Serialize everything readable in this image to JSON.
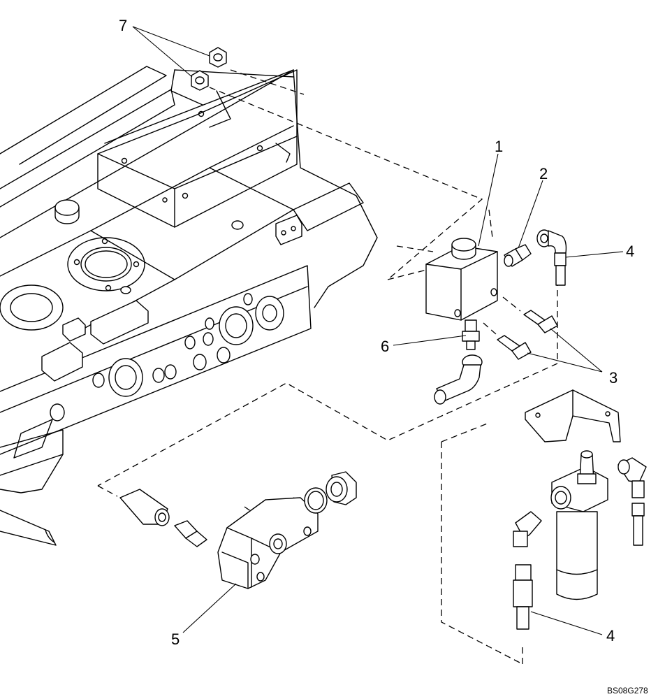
{
  "callouts": {
    "c1": "1",
    "c2": "2",
    "c3": "3",
    "c4a": "4",
    "c4b": "4",
    "c5": "5",
    "c6": "6",
    "c7": "7"
  },
  "reference": "BS08G278"
}
